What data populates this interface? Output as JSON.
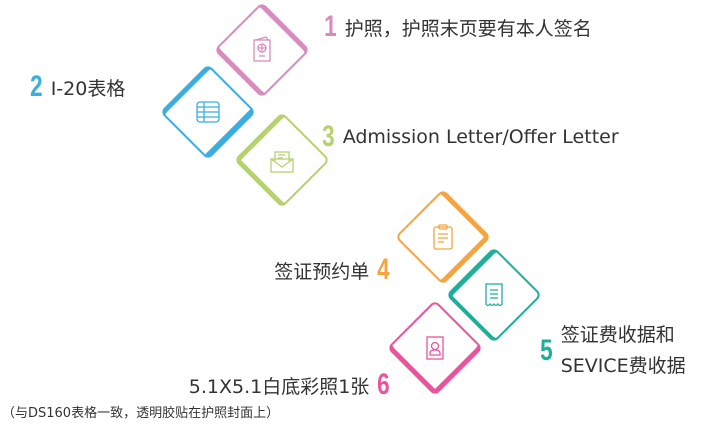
{
  "colors": {
    "s1": "#d98bc0",
    "s2": "#3baee0",
    "s3": "#b5d26f",
    "s4": "#f5a540",
    "s5": "#1fae9a",
    "s6": "#e8559c"
  },
  "steps": [
    {
      "num": "1",
      "label": "护照，护照末页要有本人签名",
      "icon": "passport-icon"
    },
    {
      "num": "2",
      "label": "I-20表格",
      "icon": "table-form-icon"
    },
    {
      "num": "3",
      "label": "Admission Letter/Offer Letter",
      "icon": "envelope-letter-icon"
    },
    {
      "num": "4",
      "label": "签证预约单",
      "icon": "clipboard-icon"
    },
    {
      "num": "5",
      "label": "签证费收据和",
      "label2": "SEVICE费收据",
      "icon": "receipt-icon"
    },
    {
      "num": "6",
      "label": "5.1X5.1白底彩照1张",
      "icon": "photo-id-icon"
    }
  ],
  "footnote": "（与DS160表格一致，透明胶贴在护照封面上）"
}
